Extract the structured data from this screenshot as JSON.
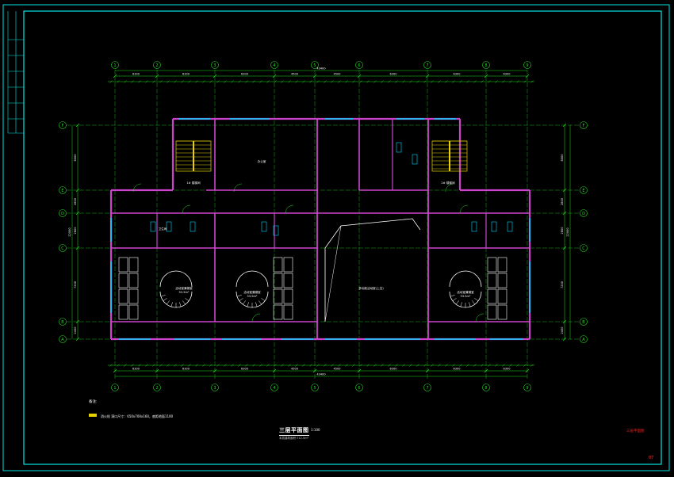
{
  "grid": {
    "columns": [
      "1",
      "2",
      "3",
      "4",
      "5",
      "6",
      "7",
      "8",
      "9"
    ],
    "rows_top_to_bottom": [
      "F",
      "E",
      "D",
      "C",
      "B",
      "A"
    ]
  },
  "dimensions": {
    "top_overall": "43400",
    "bottom_overall": "43400",
    "top_main": [
      "6300",
      "6300",
      "6300",
      "4500",
      "4500",
      "6300",
      "6300",
      "6300"
    ],
    "bottom_main": [
      "6300",
      "6300",
      "6300",
      "4500",
      "4500",
      "6300",
      "6300",
      "6300"
    ],
    "left_side": [
      "8000",
      "2800",
      "2800",
      "7200",
      "2400"
    ],
    "right_side": [
      "8000",
      "2800",
      "2800",
      "7200",
      "2400"
    ],
    "left_total": "22000",
    "right_total": "22000"
  },
  "rooms": {
    "stair_left": "1# 楼梯间",
    "stair_right": "2# 楼梯间",
    "activity_left": "活动室兼寝室\n53.5m²",
    "activity_mid": "活动室兼寝室\n53.5m²",
    "activity_right": "活动室兼寝室\n53.5m²",
    "multi_purpose": "多功能活动室(上空)",
    "upper_room": "办公室",
    "toilet": "卫生间"
  },
  "notes": {
    "title": "备注:",
    "item": "消火栓  洞口尺寸：650x700x160，底距地面1100"
  },
  "title_block": {
    "title": "三层平面图",
    "scale": "1:100",
    "subtitle": "本层建筑面积:712.5m²"
  },
  "stamp_label": "三层平面图",
  "page_number": "07",
  "colors": {
    "frame": "#00e5e5",
    "grid_line": "#22dd22",
    "wall": "#cc44cc",
    "window": "#00d5ff",
    "stair": "#e6d000",
    "text": "#ffffff",
    "stamp": "#ff2020"
  }
}
